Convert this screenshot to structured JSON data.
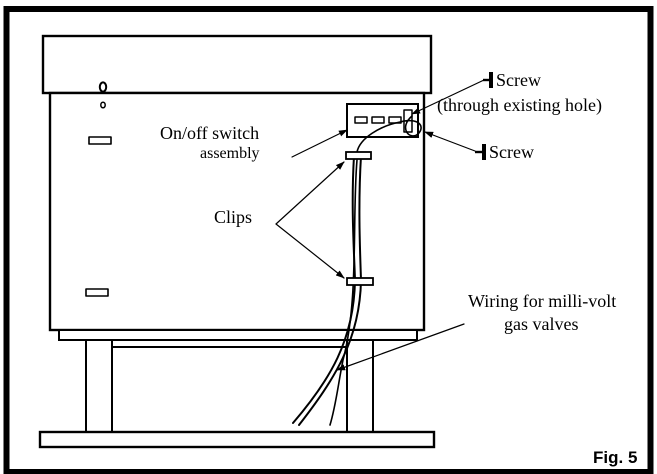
{
  "labels": {
    "screw_top": "Screw",
    "existing_hole": "(through existing hole)",
    "switch_line1": "On/off switch",
    "switch_line2": "assembly",
    "screw_bottom": "Screw",
    "clips": "Clips",
    "wiring_line1": "Wiring for milli-volt",
    "wiring_line2": "gas valves"
  },
  "figure_label": "Fig. 5"
}
